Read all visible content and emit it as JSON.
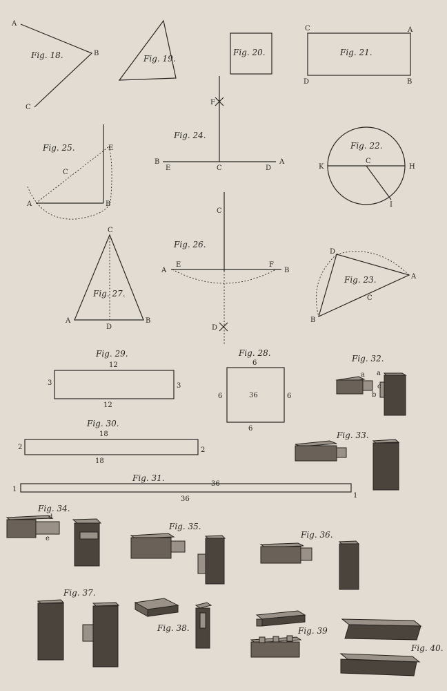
{
  "figures": {
    "f18": {
      "caption": "Fig. 18.",
      "A": "A",
      "B": "B",
      "C": "C"
    },
    "f19": {
      "caption": "Fig. 19."
    },
    "f20": {
      "caption": "Fig. 20."
    },
    "f21": {
      "caption": "Fig. 21.",
      "C": "C",
      "A": "A",
      "D": "D",
      "B": "B"
    },
    "f25": {
      "caption": "Fig. 25.",
      "E": "E",
      "C": "C",
      "A": "A",
      "B": "B"
    },
    "f24": {
      "caption": "Fig. 24.",
      "F": "F",
      "B": "B",
      "E": "E",
      "C": "C",
      "D": "D",
      "A": "A"
    },
    "f22": {
      "caption": "Fig. 22.",
      "C": "C",
      "K": "K",
      "H": "H",
      "I": "I"
    },
    "f27": {
      "caption": "Fig. 27.",
      "C": "C",
      "A": "A",
      "D": "D",
      "B": "B"
    },
    "f26": {
      "caption": "Fig. 26.",
      "C": "C",
      "A": "A",
      "E": "E",
      "F": "F",
      "B": "B",
      "D": "D"
    },
    "f23": {
      "caption": "Fig. 23.",
      "D": "D",
      "A": "A",
      "C": "C",
      "B": "B"
    },
    "f29": {
      "caption": "Fig. 29.",
      "top": "12",
      "bottom": "12",
      "left": "3",
      "right": "3"
    },
    "f28": {
      "caption": "Fig. 28.",
      "top": "6",
      "bottom": "6",
      "left": "6",
      "right": "6",
      "center": "36"
    },
    "f32": {
      "caption": "Fig. 32.",
      "a1": "a",
      "a2": "a",
      "b": "b",
      "c": "c"
    },
    "f30": {
      "caption": "Fig. 30.",
      "top": "18",
      "bottom": "18",
      "left": "2",
      "right": "2"
    },
    "f33": {
      "caption": "Fig. 33."
    },
    "f31": {
      "caption": "Fig. 31.",
      "top": "36",
      "bottom": "36",
      "left": "1",
      "right": "1"
    },
    "f34": {
      "caption": "Fig. 34.",
      "d": "d",
      "e": "e"
    },
    "f35": {
      "caption": "Fig. 35."
    },
    "f36": {
      "caption": "Fig. 36."
    },
    "f37": {
      "caption": "Fig. 37."
    },
    "f38": {
      "caption": "Fig. 38."
    },
    "f39": {
      "caption": "Fig. 39"
    },
    "f40": {
      "caption": "Fig. 40."
    }
  }
}
